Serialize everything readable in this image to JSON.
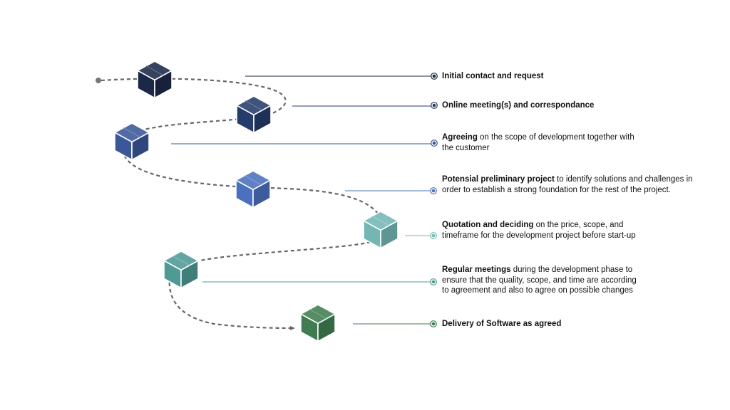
{
  "steps": [
    {
      "bold": "Initial contact and request",
      "rest": "",
      "color": "#1c2848"
    },
    {
      "bold": "Online meeting(s) and correspondance",
      "rest": "",
      "color": "#253b6a"
    },
    {
      "bold": "Agreeing",
      "rest": " on the scope of development together with the customer",
      "color": "#3a5799"
    },
    {
      "bold": "Potensial preliminary project",
      "rest": " to identify solutions and challenges in order to establish a strong foundation for the rest of the project.",
      "color": "#4b70bd"
    },
    {
      "bold": "Quotation and deciding",
      "rest": " on the price, scope, and timeframe for the development project before start-up",
      "color": "#72b7b4"
    },
    {
      "bold": "Regular meetings",
      "rest": " during the development phase to ensure that the quality, scope, and time are according to agreement and also to agree on possible changes",
      "color": "#4e9a94"
    },
    {
      "bold": "Delivery of Software as agreed",
      "rest": "",
      "color": "#3f7d50"
    }
  ],
  "path_color": "#666666",
  "icons": {
    "box": "cube-icon",
    "marker": "target-dot-icon",
    "start": "start-dot-icon",
    "end": "arrowhead-icon"
  }
}
